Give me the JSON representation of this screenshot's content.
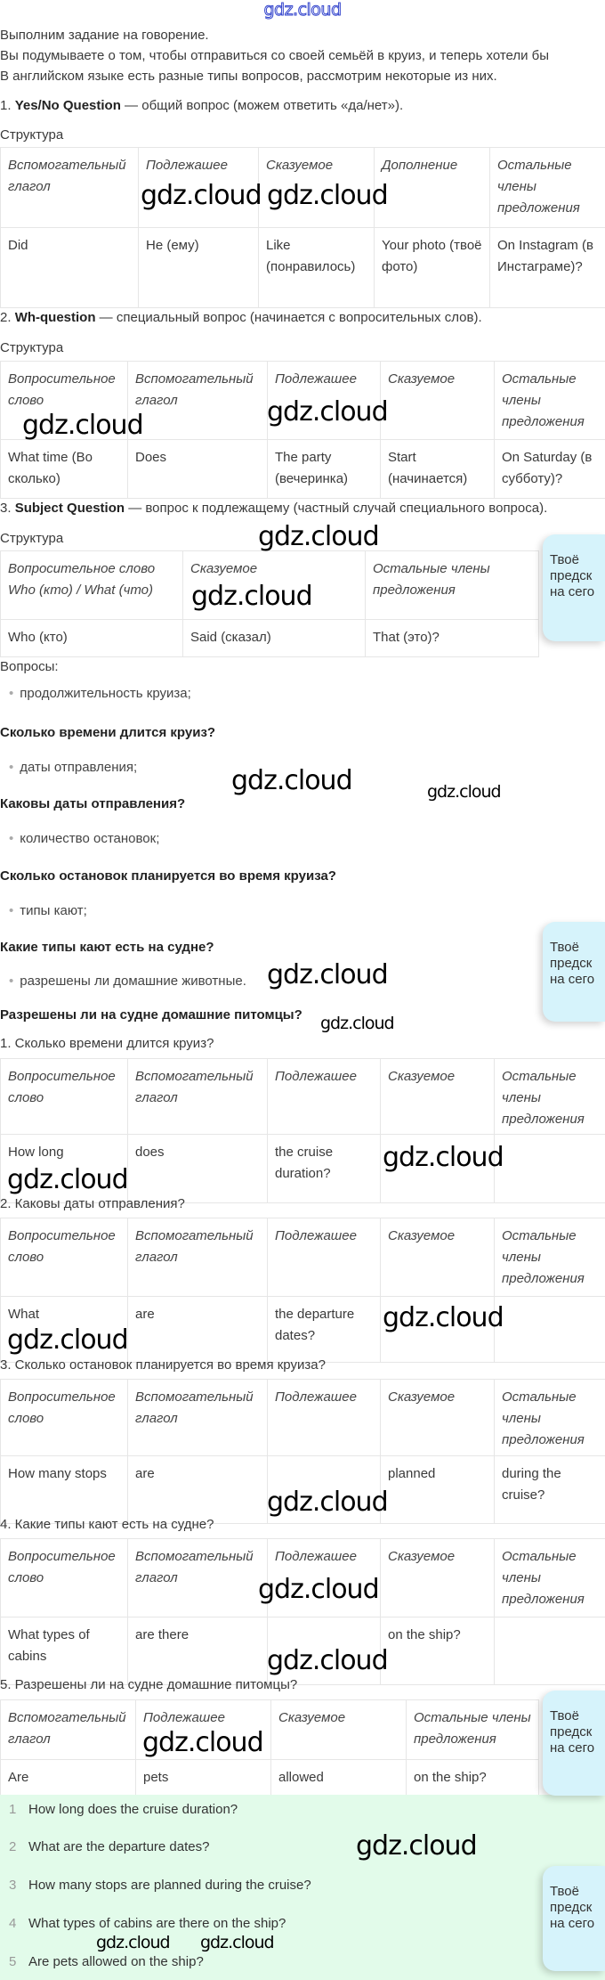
{
  "logo": "gdz.cloud",
  "intro": [
    "Выполним задание на говорение.",
    "Вы подумываете о том, чтобы отправиться со своей семьёй в круиз, и теперь хотели бы",
    "В английском языке есть разные типы вопросов, рассмотрим некоторые из них."
  ],
  "sections": {
    "s1": {
      "num": "1.",
      "bold": "Yes/No Question",
      "rest": " — общий вопрос (можем ответить «да/нет»)."
    },
    "s2": {
      "num": "2.",
      "bold": "Wh-question",
      "rest": " — специальный вопрос (начинается с вопросительных слов)."
    },
    "s3": {
      "num": "3.",
      "bold": "Subject Question",
      "rest": " — вопрос к подлежащему (частный случай специального вопроса)."
    }
  },
  "structure_label": "Структура",
  "questions_label": "Вопросы:",
  "bullets": [
    {
      "item": "продолжительность круиза;",
      "question": "Сколько времени длится круиз?"
    },
    {
      "item": "даты отправления;",
      "question": "Каковы даты отправления?"
    },
    {
      "item": "количество остановок;",
      "question": "Сколько остановок планируется во время круиза?"
    },
    {
      "item": "типы кают;",
      "question": "Какие типы кают есть на судне?"
    },
    {
      "item": "разрешены ли домашние животные.",
      "question": "Разрешены ли на судне домашние питомцы?"
    }
  ],
  "table_titles": [
    "1. Сколько времени длится круиз?",
    "2. Каковы даты отправления?",
    "3. Сколько остановок планируется во время круиза?",
    "4. Какие типы кают есть на судне?",
    "5. Разрешены ли на судне домашние питомцы?"
  ],
  "tables": [
    {
      "id": "t-yesno",
      "header": [
        "Вспомогательный глагол",
        "Подлежашее",
        "Сказуемое",
        "Дополнение",
        "Остальные члены предложения"
      ],
      "row": [
        "Did",
        "He (ему)",
        "Like (понравилось)",
        "Your photo (твоё фото)",
        "On Instagram (в Инстаграме)?"
      ]
    },
    {
      "id": "t-wh",
      "header": [
        "Вопросительное слово",
        "Вспомогательный глагол",
        "Подлежашее",
        "Сказуемое",
        "Остальные члены предложения"
      ],
      "row": [
        "What time (Во сколько)",
        "Does",
        "The party (вечеринка)",
        "Start (начинается)",
        "On Saturday (в субботу)?"
      ]
    },
    {
      "id": "t-subj",
      "header": [
        "Вопросительное слово\nWho (кто) / What (что)",
        "Сказуемое",
        "Остальные члены предложения"
      ],
      "row": [
        "Who (кто)",
        "Said (сказал)",
        "That (это)?"
      ]
    },
    {
      "id": "t-q1",
      "header": [
        "Вопросительное слово",
        "Вспомогательный глагол",
        "Подлежашее",
        "Сказуемое",
        "Остальные члены предложения"
      ],
      "row": [
        "How long",
        "does",
        "the cruise duration?",
        "",
        ""
      ]
    },
    {
      "id": "t-q2",
      "header": [
        "Вопросительное слово",
        "Вспомогательный глагол",
        "Подлежашее",
        "Сказуемое",
        "Остальные члены предложения"
      ],
      "row": [
        "What",
        "are",
        "the departure dates?",
        "",
        ""
      ]
    },
    {
      "id": "t-q3",
      "header": [
        "Вопросительное слово",
        "Вспомогательный глагол",
        "Подлежашее",
        "Сказуемое",
        "Остальные члены предложения"
      ],
      "row": [
        "How many stops",
        "are",
        "",
        "planned",
        "during the cruise?"
      ]
    },
    {
      "id": "t-q4",
      "header": [
        "Вопросительное слово",
        "Вспомогательный глагол",
        "Подлежашее",
        "Сказуемое",
        "Остальные члены предложения"
      ],
      "row": [
        "What types of cabins",
        "are there",
        "",
        "on the ship?",
        ""
      ]
    },
    {
      "id": "t-q5",
      "header": [
        "Вспомогательный глагол",
        "Подлежашее",
        "Сказуемое",
        "Остальные члены предложения"
      ],
      "row": [
        "Are",
        "pets",
        "allowed",
        "on the ship?"
      ]
    }
  ],
  "answers": [
    {
      "n": "1",
      "text": "How long does the cruise duration?"
    },
    {
      "n": "2",
      "text": "What are the departure dates?"
    },
    {
      "n": "3",
      "text": "How many stops are planned during the cruise?"
    },
    {
      "n": "4",
      "text": "What types of cabins are there on the ship?"
    },
    {
      "n": "5",
      "text": "Are pets allowed on the ship?"
    }
  ],
  "popup_lines": [
    "Твоё",
    "предск",
    "на сего"
  ],
  "watermark": "gdz.cloud",
  "colors": {
    "answer_bg": "#e2fbea",
    "popup_bg": "#d6f3fb",
    "logo": "#3344cc"
  }
}
